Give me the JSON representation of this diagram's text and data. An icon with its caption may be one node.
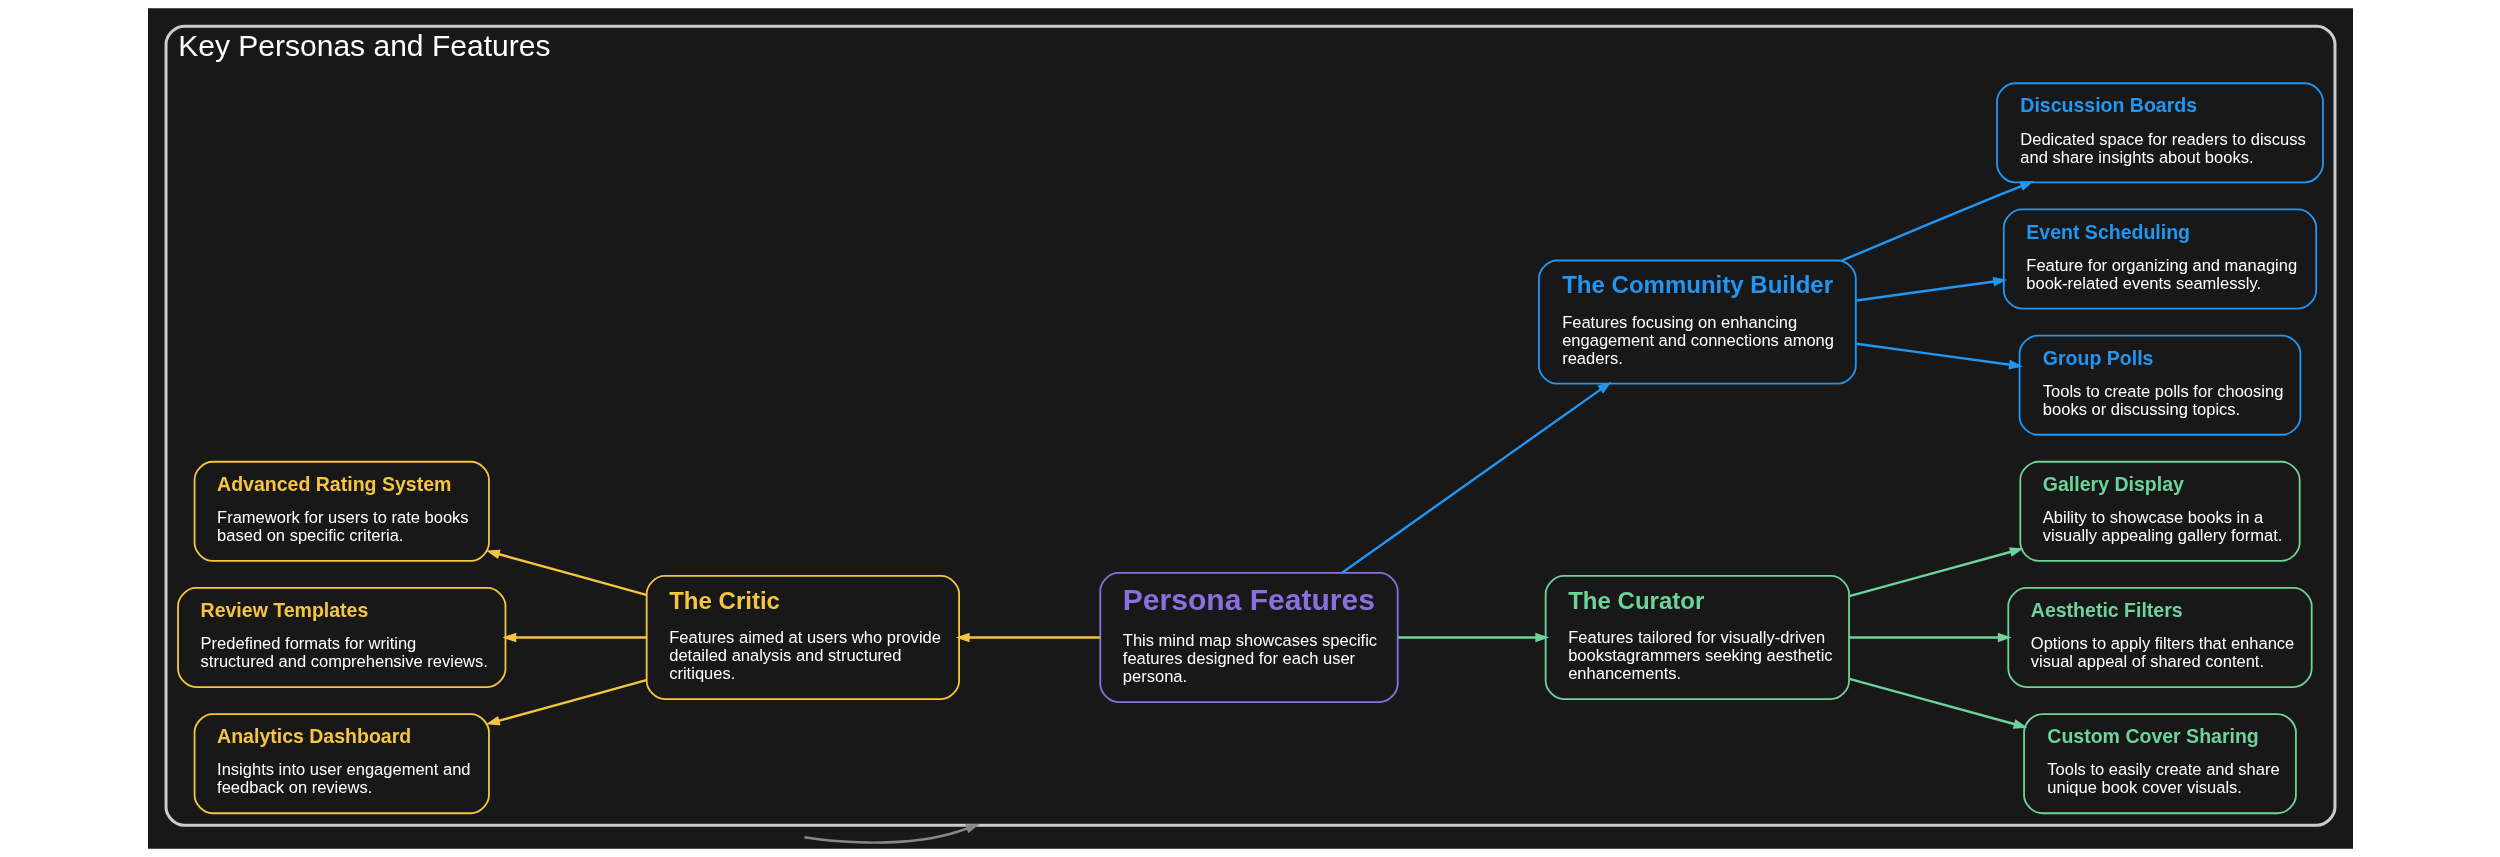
{
  "diagram": {
    "nodes": [
      {
        "text": [
          "Key Personas and Features"
        ]
      },
      {
        "text": [
          "Persona Features",
          "This mind map showcases specific features designed for each user persona."
        ],
        "in": 0
      },
      {
        "text": [
          "The Critic",
          "Features aimed at users who provide detailed analysis and structured critiques."
        ],
        "in": 0
      },
      {
        "text": [
          "Advanced Rating System",
          "Framework for users to rate books based on specific criteria."
        ],
        "in": 0
      },
      {
        "text": [
          "Review Templates",
          "Predefined formats for writing structured and comprehensive reviews."
        ],
        "in": 0
      },
      {
        "text": [
          "Analytics Dashboard",
          "Insights into user engagement and feedback on reviews."
        ],
        "in": 0
      },
      {
        "text": [
          "The Curator",
          "Features tailored for visually-driven bookstagrammers seeking aesthetic enhancements."
        ],
        "in": 0
      },
      {
        "text": [
          "Custom Cover Sharing",
          "Tools to easily create and share unique book cover visuals."
        ],
        "in": 0
      },
      {
        "text": [
          "Aesthetic Filters",
          "Options to apply filters that enhance visual appeal of shared content."
        ],
        "in": 0
      },
      {
        "text": [
          "Gallery Display",
          "Ability to showcase books in a visually appealing gallery format."
        ],
        "in": 0
      },
      {
        "text": [
          "The Community Builder",
          "Features focusing on enhancing engagement and connections among readers."
        ],
        "in": 0
      },
      {
        "text": [
          "Group Polls",
          "Tools to create polls for choosing books or discussing topics."
        ],
        "in": 0
      },
      {
        "text": [
          "Event Scheduling",
          "Feature for organizing and managing book-related events seamlessly."
        ],
        "in": 0
      },
      {
        "text": [
          "Discussion Boards",
          "Dedicated space for readers to discuss and share insights about books."
        ],
        "in": 0
      }
    ],
    "edges": [
      {
        "from": null,
        "to": 0,
        "arrow": "to",
        "color": "#888888"
      },
      {
        "from": 1,
        "to": 2,
        "arrow": "to",
        "color": "#f5c542"
      },
      {
        "from": 2,
        "to": 3,
        "arrow": "to",
        "color": "#f5c542"
      },
      {
        "from": 2,
        "to": 4,
        "arrow": "to",
        "color": "#f5c542"
      },
      {
        "from": 2,
        "to": 5,
        "arrow": "to",
        "color": "#f5c542"
      },
      {
        "from": 1,
        "to": 6,
        "arrow": "to",
        "color": "#6dd39a"
      },
      {
        "from": 6,
        "to": 7,
        "arrow": "to",
        "color": "#6dd39a"
      },
      {
        "from": 6,
        "to": 8,
        "arrow": "to",
        "color": "#6dd39a"
      },
      {
        "from": 6,
        "to": 9,
        "arrow": "to",
        "color": "#6dd39a"
      },
      {
        "from": 1,
        "to": 10,
        "arrow": "to",
        "color": "#2196f3"
      },
      {
        "from": 10,
        "to": 11,
        "arrow": "to",
        "color": "#2196f3"
      },
      {
        "from": 10,
        "to": 12,
        "arrow": "to",
        "color": "#2196f3"
      },
      {
        "from": 10,
        "to": 13,
        "arrow": "to",
        "color": "#2196f3"
      }
    ]
  }
}
